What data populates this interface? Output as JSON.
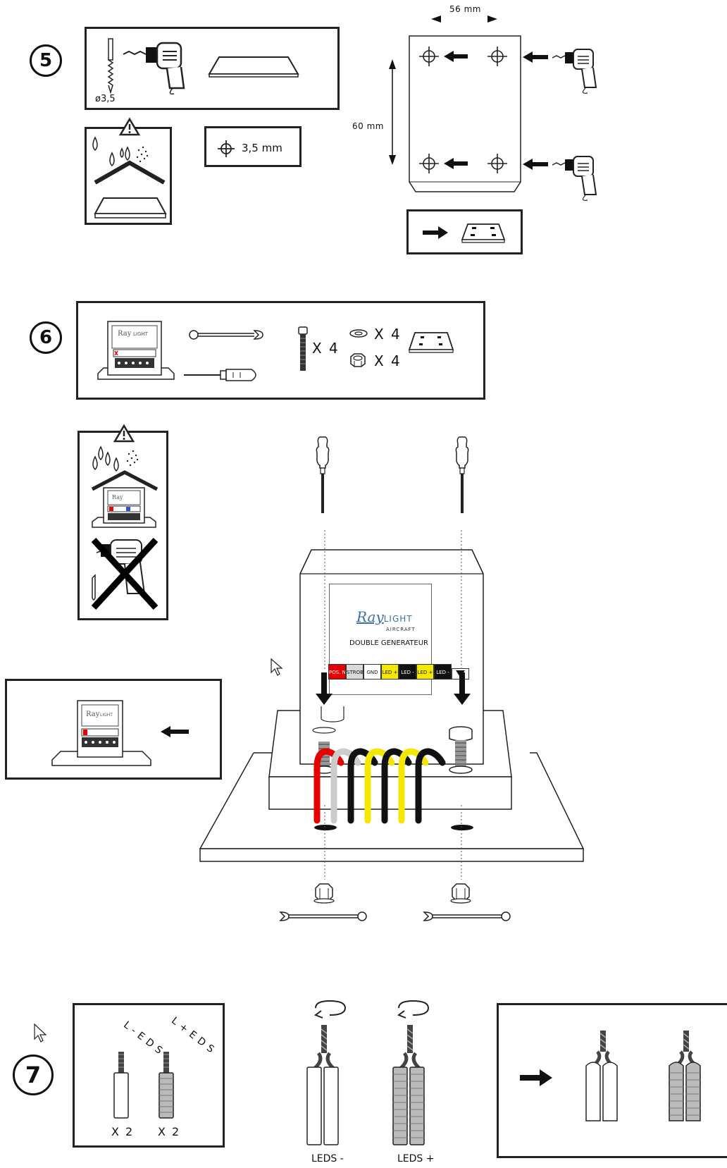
{
  "step5": {
    "number": "5",
    "drill_bit_label": "ø3,5",
    "hole_size_label": "3,5 mm",
    "width_label": "56 mm",
    "height_label": "60 mm"
  },
  "step6": {
    "number": "6",
    "screw_qty": "X 4",
    "washer_qty": "X 4",
    "nut_qty": "X 4",
    "brand_ray": "Ray",
    "brand_light": "LIGHT",
    "brand_aircraft": "AIRCRAFT",
    "product_name": "DOUBLE GENERATEUR",
    "terminals": [
      {
        "label": "POS. NAV +",
        "color": "#e60000",
        "text_color": "#ffffff"
      },
      {
        "label": "STROBE +",
        "color": "#d9d9d9",
        "text_color": "#111111"
      },
      {
        "label": "GND",
        "color": "#ffffff",
        "text_color": "#111111"
      },
      {
        "label": "LED +",
        "color": "#f5e800",
        "text_color": "#111111"
      },
      {
        "label": "LED -",
        "color": "#111111",
        "text_color": "#ffffff"
      },
      {
        "label": "LED +",
        "color": "#f5e800",
        "text_color": "#111111"
      },
      {
        "label": "LED -",
        "color": "#111111",
        "text_color": "#ffffff"
      }
    ],
    "wire_colors": [
      "#e60000",
      "#cccccc",
      "#111111",
      "#f5e800",
      "#111111",
      "#f5e800",
      "#111111"
    ]
  },
  "step7": {
    "number": "7",
    "label_minus": "LEDS -",
    "label_plus": "LEDS +",
    "curved_minus": "L-EDS",
    "curved_plus": "L+EDS",
    "qty_white": "X 2",
    "qty_grey": "X 2",
    "bottom_minus": "LEDS -",
    "bottom_plus": "LEDS +"
  },
  "icons": {
    "warning": "warning-triangle-icon",
    "drill": "drill-icon",
    "arrow": "arrow-right-icon",
    "cursor": "cursor-icon"
  }
}
